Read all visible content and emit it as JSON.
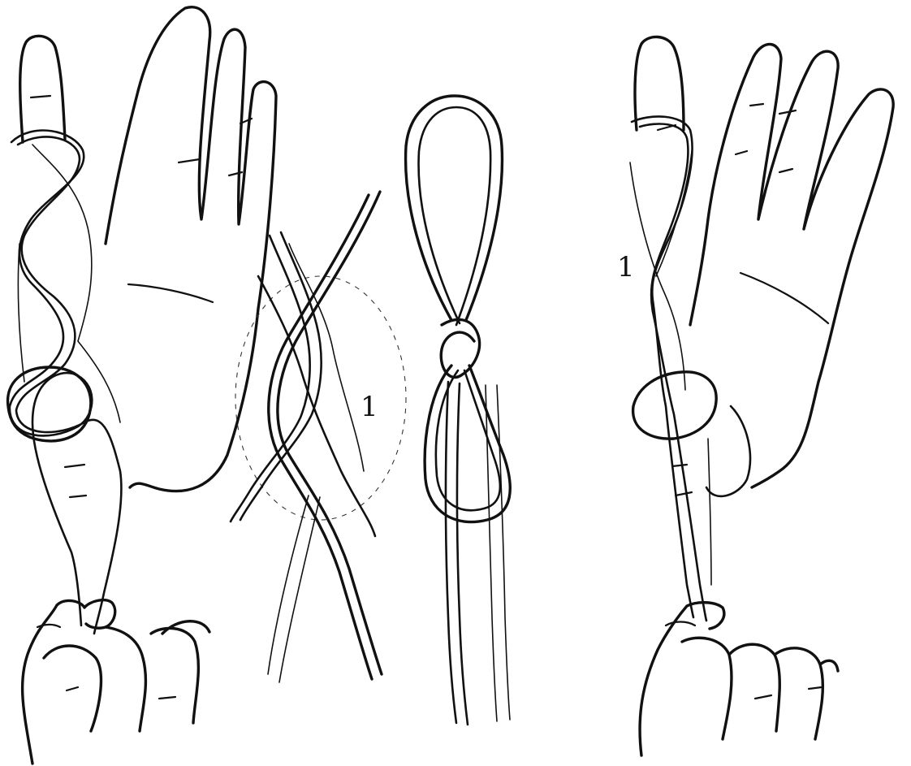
{
  "figure": {
    "panels": [
      {
        "id": "left-hand-view"
      },
      {
        "id": "knot-crossing-detail"
      },
      {
        "id": "figure-eight-loop"
      },
      {
        "id": "right-hand-view"
      }
    ],
    "labels": {
      "arrow_mark_center": "1",
      "arrow_mark_right": "1"
    }
  }
}
